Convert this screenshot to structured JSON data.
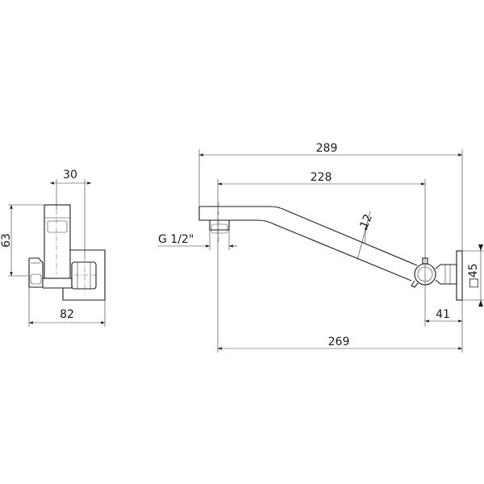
{
  "side_view": {
    "dim_width_top": "30",
    "dim_height": "63",
    "dim_width_bottom": "82"
  },
  "front_view": {
    "dim_total_length": "289",
    "dim_arm_length": "228",
    "dim_thread": "G 1/2\"",
    "dim_arm_diameter": "12",
    "dim_base_length": "269",
    "dim_plate_depth": "41",
    "dim_plate_size": "□45"
  }
}
